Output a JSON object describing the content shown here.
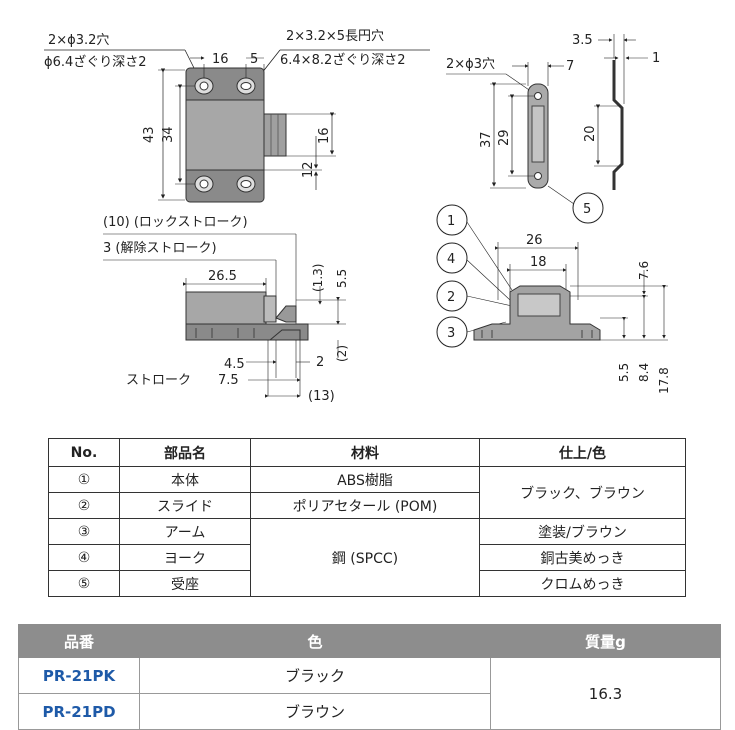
{
  "drawing": {
    "top_view": {
      "hole_callout_1": "2×ϕ3.2穴",
      "hole_callout_2": "ϕ6.4ざぐり深さ2",
      "slot_callout_1": "2×3.2×5長円穴",
      "slot_callout_2": "6.4×8.2ざぐり深さ2",
      "dim_16": "16",
      "dim_5": "5",
      "dim_43": "43",
      "dim_34": "34",
      "dim_16_right": "16",
      "dim_12": "12"
    },
    "side_view": {
      "lock_stroke": "(10) (ロックストローク)",
      "release_stroke": "3 (解除ストローク)",
      "dim_26_5": "26.5",
      "dim_1_3": "(1.3)",
      "dim_5_5": "5.5",
      "dim_2_paren": "(2)",
      "dim_2": "2",
      "dim_4_5": "4.5",
      "stroke_label": "ストローク",
      "dim_7_5": "7.5",
      "dim_13": "(13)"
    },
    "strike_plate": {
      "hole_callout": "2×ϕ3穴",
      "dim_7": "7",
      "dim_3_5": "3.5",
      "dim_1": "1",
      "dim_37": "37",
      "dim_29": "29",
      "dim_20": "20",
      "callout_5": "5"
    },
    "front_view": {
      "dim_26": "26",
      "dim_18": "18",
      "dim_7_6": "7.6",
      "dim_5_5": "5.5",
      "dim_8_4": "8.4",
      "dim_17_8": "17.8",
      "callout_1": "1",
      "callout_2": "2",
      "callout_3": "3",
      "callout_4": "4"
    }
  },
  "parts_table": {
    "headers": [
      "No.",
      "部品名",
      "材料",
      "仕上/色"
    ],
    "rows": [
      {
        "no": "①",
        "name": "本体",
        "material": "ABS樹脂",
        "finish": "ブラック、ブラウン"
      },
      {
        "no": "②",
        "name": "スライド",
        "material": "ポリアセタール (POM)",
        "finish": ""
      },
      {
        "no": "③",
        "name": "アーム",
        "material": "鋼 (SPCC)",
        "finish": "塗装/ブラウン"
      },
      {
        "no": "④",
        "name": "ヨーク",
        "material": "",
        "finish": "銅古美めっき"
      },
      {
        "no": "⑤",
        "name": "受座",
        "material": "",
        "finish": "クロムめっき"
      }
    ]
  },
  "model_table": {
    "headers": [
      "品番",
      "色",
      "質量g"
    ],
    "rows": [
      {
        "code": "PR-21PK",
        "color": "ブラック",
        "mass": "16.3"
      },
      {
        "code": "PR-21PD",
        "color": "ブラウン",
        "mass": ""
      }
    ],
    "header_color": "#8d8d8d",
    "code_color": "#1e5aa8"
  }
}
